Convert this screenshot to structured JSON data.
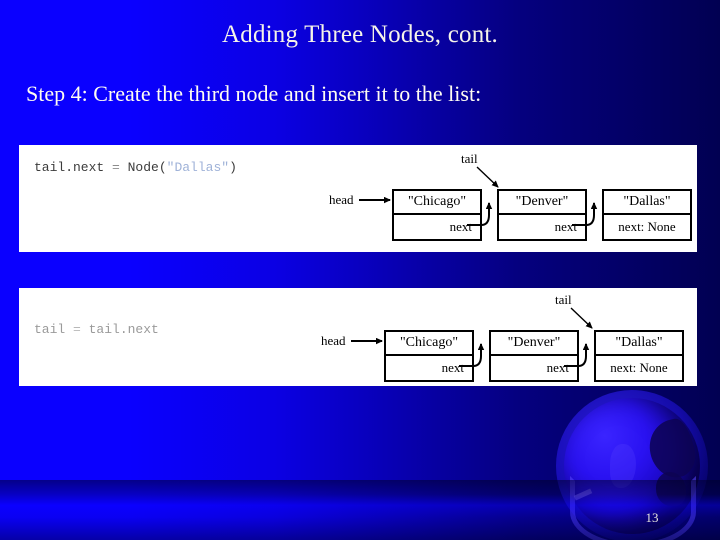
{
  "slide": {
    "title": "Adding Three Nodes, cont.",
    "subtitle": "Step 4: Create the third node and insert it to the list:",
    "page_number": "13",
    "background_left_color": "#0a00ff",
    "background_right_color": "#010052",
    "title_color": "#f6f4e8"
  },
  "panels": [
    {
      "code": {
        "prefix": "tail.next = Node(",
        "target": "tail.next",
        "operator": "=",
        "constructor": "Node(",
        "string_literal": "\"Dallas\"",
        "suffix": ")",
        "full_text": "tail.next = Node(\"Dallas\")",
        "string_color": "#9fb2d8"
      },
      "head_label": "head",
      "tail_label": "tail",
      "tail_points_to": "\"Denver\"",
      "nodes": [
        {
          "value": "\"Chicago\"",
          "next_label": "next",
          "next_is_none": false
        },
        {
          "value": "\"Denver\"",
          "next_label": "next",
          "next_is_none": false
        },
        {
          "value": "\"Dallas\"",
          "next_label": "next: None",
          "next_is_none": true
        }
      ]
    },
    {
      "code": {
        "prefix": "tail = tail.next",
        "target": "tail",
        "operator": "=",
        "value": "tail.next",
        "full_text": "tail = tail.next",
        "string_color": "#b2b2b2"
      },
      "head_label": "head",
      "tail_label": "tail",
      "tail_points_to": "\"Dallas\"",
      "nodes": [
        {
          "value": "\"Chicago\"",
          "next_label": "next",
          "next_is_none": false
        },
        {
          "value": "\"Denver\"",
          "next_label": "next",
          "next_is_none": false
        },
        {
          "value": "\"Dallas\"",
          "next_label": "next: None",
          "next_is_none": true
        }
      ]
    }
  ]
}
